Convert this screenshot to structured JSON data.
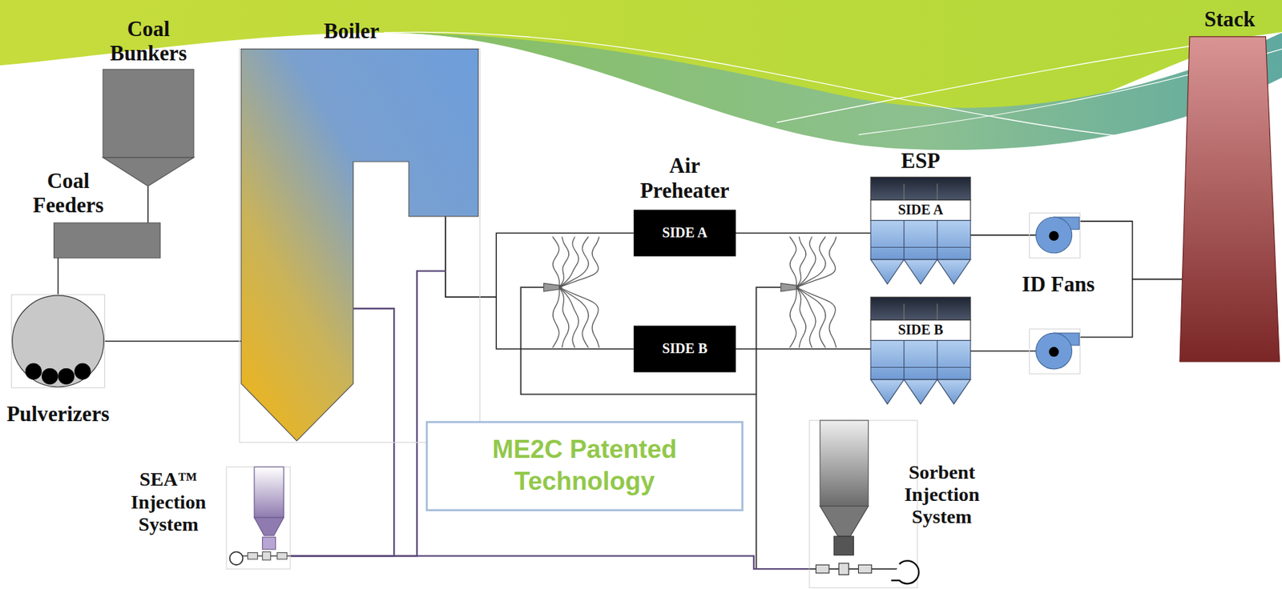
{
  "diagram": {
    "nodes": [
      {
        "text": [
          "Coal Bunkers"
        ]
      },
      {
        "text": [
          "Boiler"
        ]
      },
      {
        "text": [
          "Stack"
        ]
      },
      {
        "text": [
          "Coal Feeders"
        ]
      },
      {
        "text": [
          "Air Preheater",
          "SIDE A"
        ]
      },
      {
        "text": [
          "ESP",
          "SIDE A"
        ]
      },
      {
        "text": [
          "Pulverizers"
        ]
      },
      {
        "text": [
          "SIDE B"
        ]
      },
      {
        "text": [
          "SIDE B"
        ]
      },
      {
        "text": [
          "SEA™ Injection System"
        ]
      },
      {
        "text": [
          "ME2C Patented Technology"
        ]
      },
      {
        "text": [
          "Sorbent Injection System"
        ]
      }
    ],
    "edges": [
      {
        "from": 0,
        "to": 3,
        "arrow": "none"
      },
      {
        "from": 3,
        "to": 6,
        "arrow": "none"
      },
      {
        "from": 6,
        "to": 1,
        "arrow": "none"
      },
      {
        "from": 1,
        "to": 4,
        "arrow": "none"
      },
      {
        "from": 1,
        "to": 7,
        "arrow": "none"
      },
      {
        "from": 4,
        "to": 5,
        "arrow": "none"
      },
      {
        "from": 7,
        "to": 8,
        "arrow": "none"
      },
      {
        "from": 5,
        "to": 2,
        "arrow": "none"
      },
      {
        "from": 8,
        "to": 2,
        "arrow": "none"
      },
      {
        "from": 9,
        "to": 1,
        "arrow": "none"
      },
      {
        "from": 9,
        "to": 1,
        "arrow": "none"
      },
      {
        "from": 9,
        "to": 11,
        "arrow": "none"
      }
    ],
    "labels": [
      "ID Fans"
    ]
  }
}
